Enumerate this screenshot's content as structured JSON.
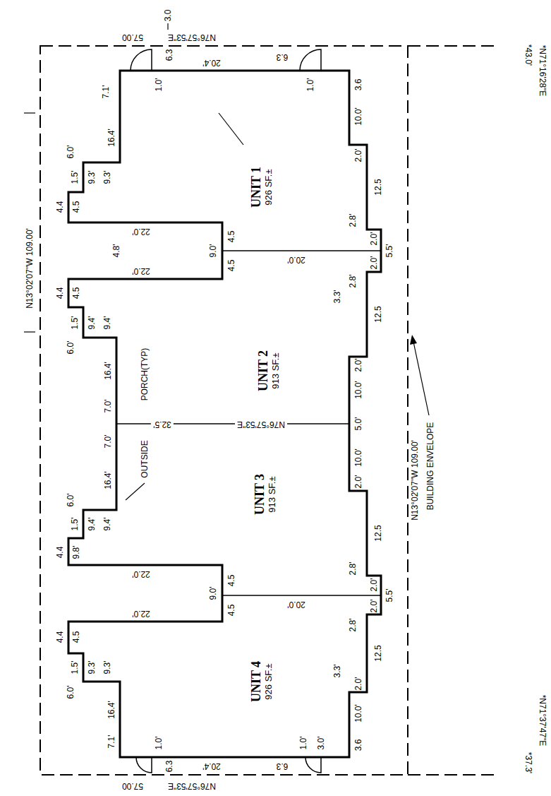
{
  "diagram": {
    "nodes": [
      {
        "text": [
          "UNIT 1",
          "926 SF.±"
        ]
      },
      {
        "text": [
          "UNIT 2",
          "913 SF.±"
        ]
      },
      {
        "text": [
          "UNIT 3",
          "913 SF.±"
        ]
      },
      {
        "text": [
          "UNIT 4",
          "926 SF.±"
        ]
      }
    ],
    "labels": [
      "3.0",
      "N76°57'53\"E",
      "57.00",
      "*N71°16'28\"E",
      "*43.0'",
      "N13°02'07\"W 109.00'",
      "6.3",
      "1.0'",
      "20.4'",
      "6.3",
      "1.0'",
      "3.6",
      "10.0'",
      "2.0'",
      "12.5",
      "2.8'",
      "2.0'",
      "5.5'",
      "7.1'",
      "16.4'",
      "6.0'",
      "1.5'",
      "9.3'",
      "9.3'",
      "4.4",
      "4.5",
      "22.0'",
      "4.8'",
      "9.0'",
      "4.5",
      "20.0'",
      "4.5",
      "22.0'",
      "2.0'",
      "2.8'",
      "4.4",
      "4.5",
      "3.3'",
      "12.5",
      "1.5'",
      "9.4'",
      "9.4'",
      "6.0'",
      "2.0'",
      "16.4'",
      "PORCH(TYP)",
      "10.0'",
      "7.0'",
      "5.0'",
      "32.5'",
      "N76°57'53\"E",
      "OUTSIDE",
      "7.0'",
      "10.0'",
      "16.4'",
      "2.0'",
      "6.0'",
      "1.5'",
      "9.4'",
      "9.4'",
      "12.5",
      "4.4",
      "9.8'",
      "2.8'",
      "22.0'",
      "4.5",
      "2.0'",
      "9.0'",
      "5.5'",
      "20.0'",
      "2.0'",
      "4.5",
      "22.0'",
      "2.8'",
      "4.4",
      "4.5",
      "12.5",
      "1.5'",
      "9.3'",
      "9.3'",
      "3.3'",
      "2.0'",
      "6.0'",
      "16.4'",
      "10.0'",
      "7.1'",
      "1.0'",
      "1.0'",
      "3.0'",
      "3.6",
      "6.3",
      "20.4'",
      "6.3",
      "N76°57'53\"E",
      "57.00",
      "*37.3'",
      "*N71°37'47\"E",
      "N13°02'07\"W 109.00'",
      "BUILDING ENVELOPE"
    ]
  }
}
